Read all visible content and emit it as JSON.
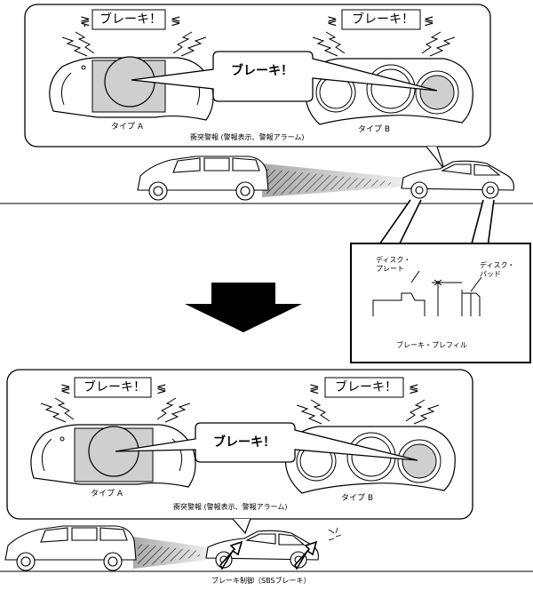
{
  "top_panel": {
    "alert_left": "ブレーキ！",
    "alert_right": "ブレーキ！",
    "bubble": "ブレーキ！",
    "type_a": "タイプ A",
    "type_b": "タイプ B",
    "caption": "衝突警報 (警報表示、警報アラーム)"
  },
  "detail_box": {
    "disc_plate": "ディスク・\nプレート",
    "disc_pad": "ディスク・\nパッド",
    "caption": "ブレーキ・プレフィル"
  },
  "bottom_panel": {
    "alert_left": "ブレーキ！",
    "alert_right": "ブレーキ！",
    "bubble": "ブレーキ！",
    "type_a": "タイプ A",
    "type_b": "タイプ B",
    "caption": "衝突警報 (警報表示、警報アラーム)",
    "brake_caption": "ブレーキ制御（SBSブレーキ）"
  }
}
